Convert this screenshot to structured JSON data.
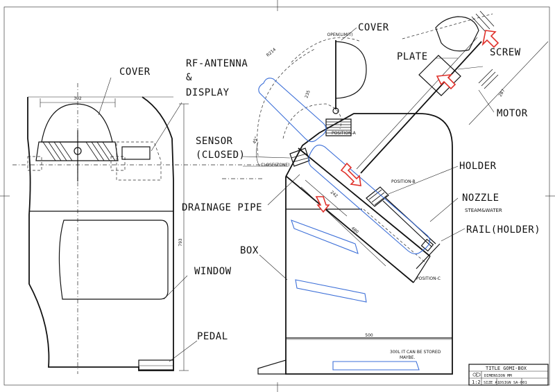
{
  "labels": {
    "cover_left": "COVER",
    "rf_antenna_1": "RF-ANTENNA",
    "rf_antenna_2": "&",
    "rf_antenna_3": "DISPLAY",
    "cover_top": "COVER",
    "plate": "PLATE",
    "screw": "SCREW",
    "motor": "MOTOR",
    "sensor_1": "SENSOR",
    "sensor_2": "(CLOSED)",
    "holder": "HOLDER",
    "drainage_pipe": "DRAINAGE PIPE",
    "nozzle": "NOZZLE",
    "steam_water": "STEAM&WATER",
    "rail_holder": "RAIL(HOLDER)",
    "box": "BOX",
    "window": "WINDOW",
    "pedal": "PEDAL"
  },
  "dimensions": {
    "width_302": "302",
    "height_793": "793",
    "width_500": "500",
    "r214": "R214",
    "d_235": "235",
    "angle_45": "45°",
    "d_242": "242",
    "d_480": "480",
    "d_287": "287"
  },
  "annotations": {
    "open_limit": "OPEN(LIMIT)",
    "position_a": "POSITION-A",
    "position_b": "POSITION-B",
    "position_c": "POSITION-C",
    "close_zone": "CLOSE(ZONE)",
    "stored_note_1": "300L IT CAN BE STORED",
    "stored_note_2": "MAYBE."
  },
  "title_block": {
    "title": "TITLE GOMI-BOX",
    "dimension": "DIMENSION MM",
    "scale": "1:2",
    "size": "SIZE A1",
    "design": "DSIGN SA-001"
  },
  "colors": {
    "line": "#111111",
    "bottle_outline": "#3c6fd8",
    "arrow": "#e0302a"
  }
}
